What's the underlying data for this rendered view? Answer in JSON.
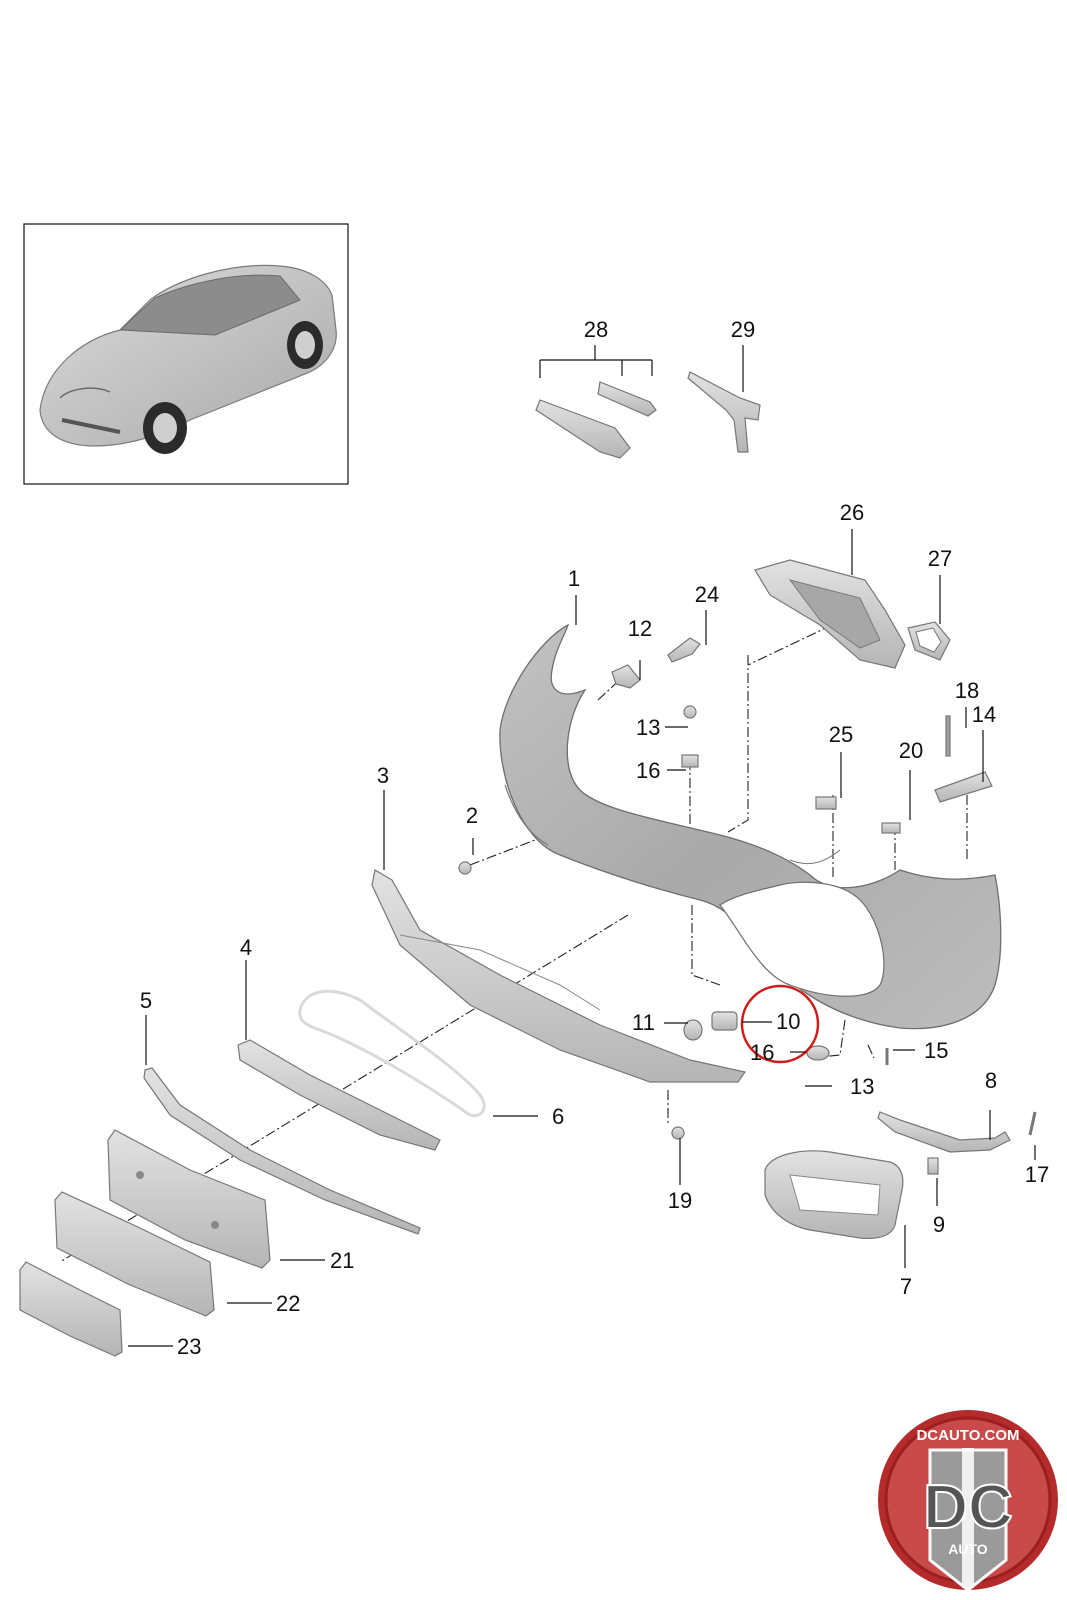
{
  "colors": {
    "part_fill": "#c9c9c9",
    "part_dark": "#9a9a9a",
    "bumper_fill": "#b3b3b3",
    "line": "#111111",
    "highlight_circle": "#d11a1a",
    "logo_red": "#b52a2a",
    "logo_grey": "#8a8a8a"
  },
  "inset": {
    "subject": "sports coupe, front three-quarter view"
  },
  "callouts": [
    "1",
    "2",
    "3",
    "4",
    "5",
    "6",
    "7",
    "8",
    "9",
    "10",
    "11",
    "12",
    "13",
    "13",
    "14",
    "15",
    "16",
    "16",
    "17",
    "18",
    "19",
    "20",
    "21",
    "22",
    "23",
    "24",
    "25",
    "26",
    "27",
    "28",
    "29"
  ],
  "highlight": {
    "part": "10"
  },
  "logo": {
    "top_text": "DCAUTO.COM",
    "big_text": "DC",
    "bottom_text": "AUTO"
  }
}
